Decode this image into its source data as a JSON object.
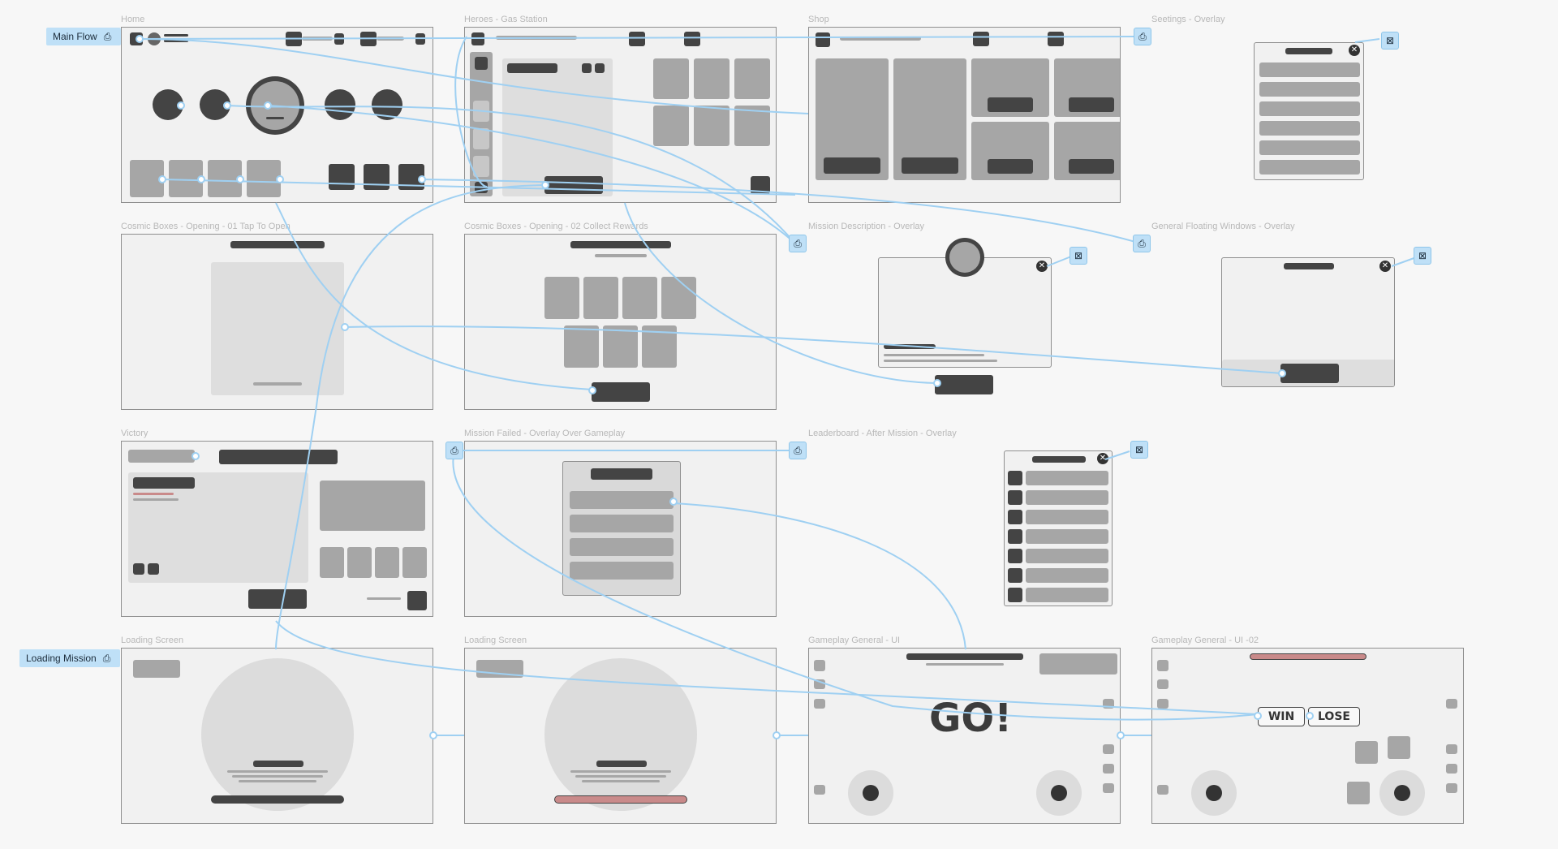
{
  "flows": {
    "main": "Main Flow",
    "loading": "Loading Mission"
  },
  "frames": {
    "home": "Home",
    "heroes": "Heroes - Gas Station",
    "shop": "Shop",
    "settings": "Seetings - Overlay",
    "cosmic1": "Cosmic Boxes - Opening - 01 Tap To Open",
    "cosmic2": "Cosmic Boxes - Opening - 02 Collect Rewards",
    "mission_desc": "Mission Description - Overlay",
    "floating": "General Floating Windows - Overlay",
    "victory": "Victory",
    "mission_failed": "Mission Failed  - Overlay Over Gameplay",
    "leaderboard": "Leaderboard - After Mission - Overlay",
    "loading1": "Loading Screen",
    "loading2": "Loading Screen",
    "gameplay1": "Gameplay General - UI",
    "gameplay2": "Gameplay General - UI -02"
  },
  "gameplay": {
    "go": "GO!",
    "win": "WIN",
    "lose": "LOSE"
  },
  "icons": {
    "flow_start": "flow-start-icon",
    "nav_target": "navigate-icon",
    "close_target": "close-overlay-icon"
  },
  "colors": {
    "connector": "#9fd0f2",
    "flow_bg": "#bfe0f7",
    "dark_block": "#444444",
    "mid_block": "#a6a6a6",
    "health_bar": "#c98a8a"
  }
}
